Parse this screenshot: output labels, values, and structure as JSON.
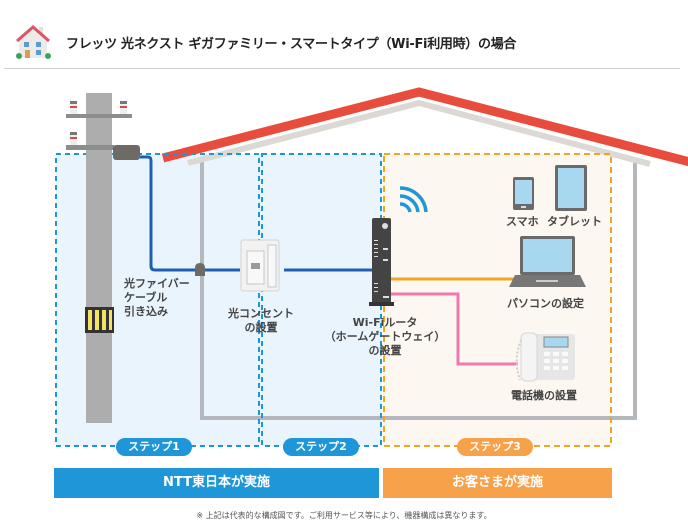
{
  "header": {
    "icon": "house-icon",
    "title": "フレッツ 光ネクスト ギガファミリー・スマートタイプ（Wi-Fi利用時）の場合"
  },
  "diagram": {
    "labels": {
      "fiber_cable": [
        "光ファイバー",
        "ケーブル",
        "引き込み"
      ],
      "optical_outlet": [
        "光コンセント",
        "の設置"
      ],
      "router": [
        "Wi-Fiルータ",
        "（ホームゲートウェイ）",
        "の設置"
      ],
      "smartphone": "スマホ",
      "tablet": "タブレット",
      "pc": "パソコンの設定",
      "phone": "電話機の設置"
    },
    "steps": [
      {
        "label": "ステップ1",
        "color": "#1e96d8"
      },
      {
        "label": "ステップ2",
        "color": "#1e96d8"
      },
      {
        "label": "ステップ3",
        "color": "#f7a14a"
      }
    ],
    "bars": [
      {
        "label": "NTT東日本が実施",
        "color": "#1e96d8"
      },
      {
        "label": "お客さまが実施",
        "color": "#f7a14a"
      }
    ],
    "colors": {
      "roof": "#e84c3d",
      "fiber_line": "#1f5fae",
      "lan_line": "#f0a623",
      "phone_line": "#f07ab0",
      "ntt_zone": "#e9f4fc",
      "customer_zone": "#fdf7f1",
      "wifi": "#1e96d8"
    },
    "icons": [
      "utility-pole-icon",
      "optical-outlet-icon",
      "router-icon",
      "wifi-icon",
      "smartphone-icon",
      "tablet-icon",
      "laptop-icon",
      "telephone-icon"
    ]
  },
  "footnote": "※ 上記は代表的な構成図です。ご利用サービス等により、機器構成は異なります。"
}
